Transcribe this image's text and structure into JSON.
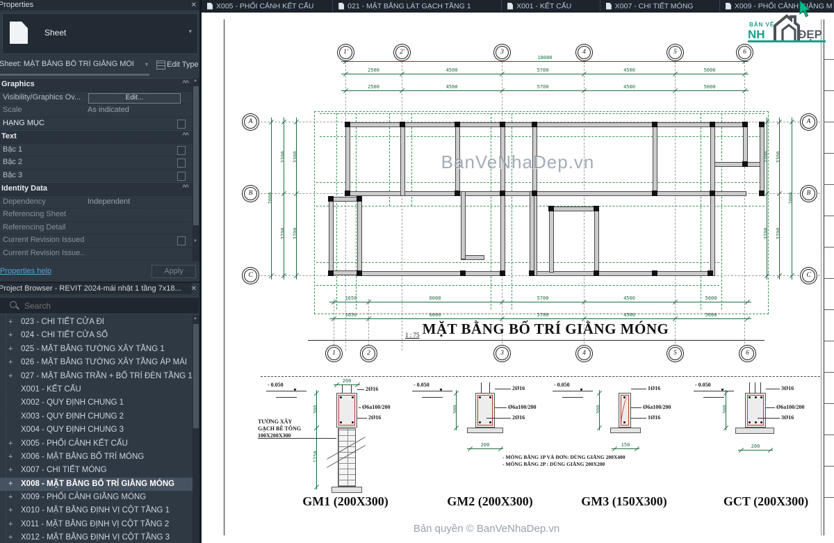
{
  "icons": {
    "close": "✕",
    "dropdown": "▾",
    "combo": "▾",
    "chevron_up": "^^",
    "scroll_up": "▲",
    "scroll_down": "▼",
    "level_marker": "▼"
  },
  "properties_panel": {
    "title": "Properties",
    "type_label": "Sheet",
    "instance_selector": "Sheet: MẶT BẰNG BỐ TRÍ GIẰNG MÓI",
    "edit_type_label": "Edit Type",
    "rows": [
      {
        "kind": "header",
        "label": "Graphics"
      },
      {
        "kind": "button",
        "label": "Visibility/Graphics Ov...",
        "value": "Edit..."
      },
      {
        "kind": "text",
        "label": "Scale",
        "value": "As indicated",
        "dim": true
      },
      {
        "kind": "check",
        "label": "HẠNG MỤC",
        "bright": true
      },
      {
        "kind": "header",
        "label": "Text"
      },
      {
        "kind": "check",
        "label": "Bậc 1"
      },
      {
        "kind": "check",
        "label": "Bậc 2"
      },
      {
        "kind": "check",
        "label": "Bậc 3"
      },
      {
        "kind": "header",
        "label": "Identity Data"
      },
      {
        "kind": "text",
        "label": "Dependency",
        "value": "Independent",
        "dim": true
      },
      {
        "kind": "text",
        "label": "Referencing Sheet",
        "value": "",
        "dim": true
      },
      {
        "kind": "text",
        "label": "Referencing Detail",
        "value": "",
        "dim": true
      },
      {
        "kind": "check",
        "label": "Current Revision Issued",
        "dim": true
      },
      {
        "kind": "text",
        "label": "Current Revision Issue...",
        "value": "",
        "dim": true
      },
      {
        "kind": "text",
        "label": "Current Revision Issue...",
        "value": "",
        "dim": true
      }
    ],
    "help_link": "Properties help",
    "apply_label": "Apply"
  },
  "project_browser": {
    "title": "Project Browser - REVIT 2024-mái nhật 1 tầng 7x18...",
    "search_placeholder": "Search",
    "items": [
      {
        "label": "023 - CHI TIẾT CỬA ĐI",
        "expand": true
      },
      {
        "label": "024 - CHI TIẾT CỬA SỔ",
        "expand": true
      },
      {
        "label": "025 - MẶT BẰNG TƯỜNG XÂY TẦNG 1",
        "expand": true
      },
      {
        "label": "026 - MẶT BẰNG TƯỜNG XÂY TẦNG ÁP MÁI",
        "expand": true
      },
      {
        "label": "027 - MẶT BẰNG TRẦN + BỐ TRÍ ĐÈN TẦNG 1",
        "expand": true
      },
      {
        "label": "X001 - KẾT CẤU",
        "expand": false
      },
      {
        "label": "X002 - QUY ĐỊNH CHUNG 1",
        "expand": false
      },
      {
        "label": "X003 - QUY ĐỊNH CHUNG 2",
        "expand": false
      },
      {
        "label": "X004 - QUY ĐỊNH CHUNG 3",
        "expand": false
      },
      {
        "label": "X005 - PHỐI CẢNH KẾT CẤU",
        "expand": true
      },
      {
        "label": "X006 - MẶT BẰNG BỐ TRÍ MÓNG",
        "expand": true
      },
      {
        "label": "X007 - CHI TIẾT MÓNG",
        "expand": true
      },
      {
        "label": "X008 - MẶT BẰNG BỐ TRÍ GIẰNG MÓNG",
        "expand": true,
        "selected": true
      },
      {
        "label": "X009 - PHỐI CẢNH GIẰNG MÓNG",
        "expand": true
      },
      {
        "label": "X010 - MẶT BẰNG ĐỊNH VỊ CỘT TẦNG 1",
        "expand": true
      },
      {
        "label": "X011 - MẶT BẰNG ĐỊNH VỊ CỘT TẦNG 2",
        "expand": true
      },
      {
        "label": "X012 - MẶT BẰNG ĐỊNH VỊ CỘT TẦNG 3",
        "expand": true
      }
    ]
  },
  "tabs": [
    "X005 - PHỐI CẢNH KẾT CẤU",
    "021 - MẶT BẰNG LÁT GẠCH TẦNG 1",
    "X001 - KẾT CẤU",
    "X007 - CHI TIẾT MÓNG",
    "X009 - PHỐI CẢNH GIẰNG M"
  ],
  "drawing": {
    "logo": {
      "line1": "BẢN VẼ",
      "line2": "NH",
      "line3": "ĐẸP"
    },
    "watermark_center": "BanVeNhaDep.vn",
    "watermark_bottom": "Bản quyền © BanVeNhaDep.vn",
    "plan": {
      "title": "MẶT BẰNG BỐ TRÍ GIẰNG MÓNG",
      "scale": "1 : 75",
      "grid_cols_top": [
        "1'",
        "2'",
        "3",
        "4",
        "5",
        "6"
      ],
      "grid_cols_bottom": [
        "1",
        "2",
        "3",
        "4",
        "5",
        "6"
      ],
      "grid_rows": [
        "A",
        "B",
        "C"
      ],
      "dims_top_overall": "18000",
      "dims_top": [
        "2500",
        "4500",
        "5700",
        "4500",
        "5000"
      ],
      "dims_bottom": [
        "1650",
        "6000",
        "5700",
        "4500",
        "5000"
      ],
      "dims_left_outer": "7000",
      "dims_left": [
        "3300",
        "3700"
      ],
      "dims_right": [
        "3300",
        "3700"
      ],
      "dims_right_outer": "7000"
    },
    "details": [
      {
        "name": "GM1 (200X300)",
        "level": "- 0.050",
        "bars_top": "2Ø16",
        "stirrup": "Ø6a100/200",
        "bars_bottom": "2Ø16",
        "dim_h": "300",
        "dim_w": "200",
        "dim_wall": "1250",
        "wall_note": [
          "TƯỜNG XÂY",
          "GẠCH BÊ TÔNG",
          "100X200X300"
        ]
      },
      {
        "name": "GM2 (200X300)",
        "level": "- 0.050",
        "bars_top": "2Ø16",
        "stirrup": "Ø6a100/200",
        "bars_bottom": "2Ø16",
        "dim_h": "300",
        "dim_w": "200"
      },
      {
        "name": "GM3 (150X300)",
        "level": "- 0.050",
        "bars_top": "1Ø16",
        "stirrup": "Ø6a100/200",
        "bars_bottom": "1Ø16",
        "dim_h": "300",
        "dim_w": "150"
      },
      {
        "name": "GCT (200X300)",
        "level": "- 0.050",
        "bars_top": "3Ø16",
        "stirrup": "Ø6a100/200",
        "bars_bottom": "3Ø16",
        "dim_h": "300",
        "dim_w": "200"
      }
    ],
    "notes": [
      "- MÓNG BĂNG 1P VÀ ĐƠN: DÙNG GIẰNG 200X400",
      "- MÓNG BĂNG 2P : DÙNG GIẰNG 200X200"
    ]
  },
  "colors": {
    "dim_green": "#1d6b40",
    "foundation_green": "#3c9257",
    "rebar_red": "#c0392b",
    "logo_teal": "#17a08a",
    "selection": "#46525f"
  }
}
